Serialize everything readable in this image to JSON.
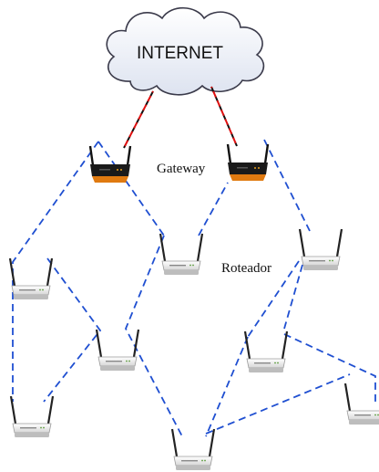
{
  "cloud": {
    "label": "INTERNET"
  },
  "labels": {
    "gateway": "Gateway",
    "router": "Roteador"
  },
  "colors": {
    "mesh_link": "#1f4fd1",
    "uplink": "#e01010",
    "gateway_body": "#1a1a1a",
    "gateway_base": "#e07a10",
    "router_body": "#f2f2f2",
    "cloud_fill": "#eef1f8"
  },
  "devices": {
    "gateways": [
      "gateway-left",
      "gateway-right"
    ],
    "routers": [
      "router-center",
      "router-right-top",
      "router-left-top",
      "router-mid",
      "router-bottom-right-mid",
      "router-bottom-left",
      "router-bottom-center",
      "router-far-right"
    ]
  }
}
